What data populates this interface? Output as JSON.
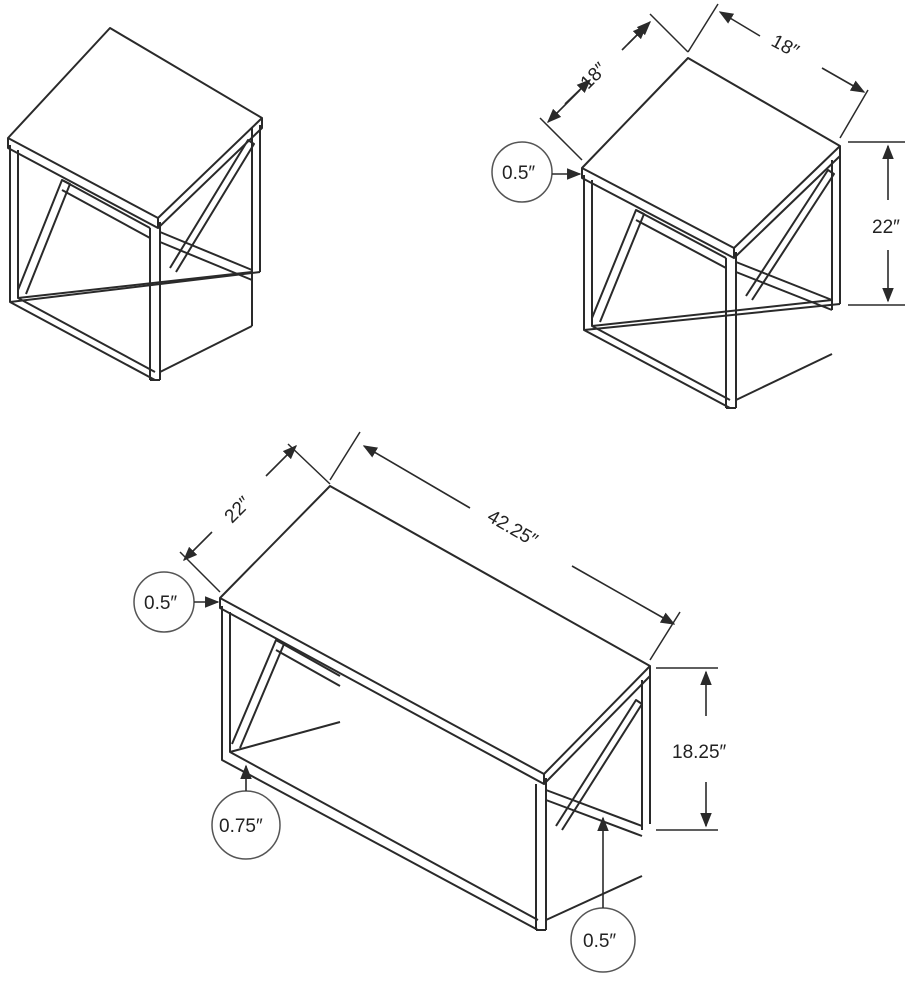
{
  "dimensions": {
    "end_table_width": "18″",
    "end_table_depth": "18″",
    "end_table_height": "22″",
    "end_table_top_thickness": "0.5″",
    "coffee_table_depth": "22″",
    "coffee_table_length": "42.25″",
    "coffee_table_height": "18.25″",
    "coffee_table_top_thickness": "0.5″",
    "coffee_table_frame_thickness": "0.75″",
    "coffee_table_leg_thickness": "0.5″"
  }
}
